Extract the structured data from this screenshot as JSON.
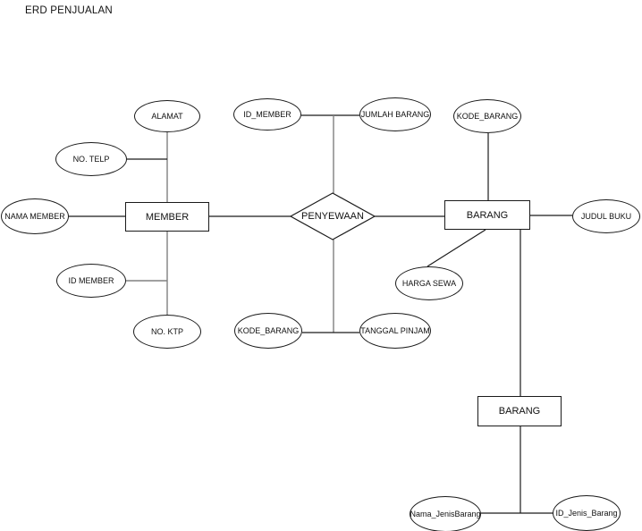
{
  "title": "ERD PENJUALAN",
  "colors": {
    "background": "#ffffff",
    "shape_stroke": "#1a1a1a",
    "connector_black": "#1a1a1a",
    "connector_gray": "#808080"
  },
  "entities": [
    {
      "id": "member",
      "label": "MEMBER"
    },
    {
      "id": "barang-upper",
      "label": "BARANG"
    },
    {
      "id": "barang-lower",
      "label": "BARANG"
    }
  ],
  "relationships": [
    {
      "id": "penyewaan",
      "label": "PENYEWAAN"
    }
  ],
  "attributes": [
    {
      "id": "alamat",
      "label": "ALAMAT",
      "owner": "MEMBER"
    },
    {
      "id": "no-telp",
      "label": "NO. TELP",
      "owner": "MEMBER"
    },
    {
      "id": "nama-member",
      "label": "NAMA MEMBER",
      "owner": "MEMBER"
    },
    {
      "id": "id-member",
      "label": "ID MEMBER",
      "owner": "MEMBER"
    },
    {
      "id": "no-ktp",
      "label": "NO. KTP",
      "owner": "MEMBER"
    },
    {
      "id": "id-member-rel",
      "label": "ID_MEMBER",
      "owner": "PENYEWAAN"
    },
    {
      "id": "jumlah-barang",
      "label": "JUMLAH BARANG",
      "owner": "PENYEWAAN"
    },
    {
      "id": "kode-barang-entity",
      "label": "KODE_BARANG",
      "owner": "BARANG"
    },
    {
      "id": "judul-buku",
      "label": "JUDUL BUKU",
      "owner": "BARANG"
    },
    {
      "id": "harga-sewa",
      "label": "HARGA SEWA",
      "owner": "BARANG"
    },
    {
      "id": "kode-barang-rel",
      "label": "KODE_BARANG",
      "owner": "PENYEWAAN"
    },
    {
      "id": "tanggal-pinjam",
      "label": "TANGGAL PINJAM",
      "owner": "PENYEWAAN"
    },
    {
      "id": "nama-jenisbarang",
      "label": "Nama_JenisBarang",
      "owner": "BARANG"
    },
    {
      "id": "id-jenis-barang",
      "label": "ID_Jenis_Barang",
      "owner": "BARANG"
    }
  ]
}
